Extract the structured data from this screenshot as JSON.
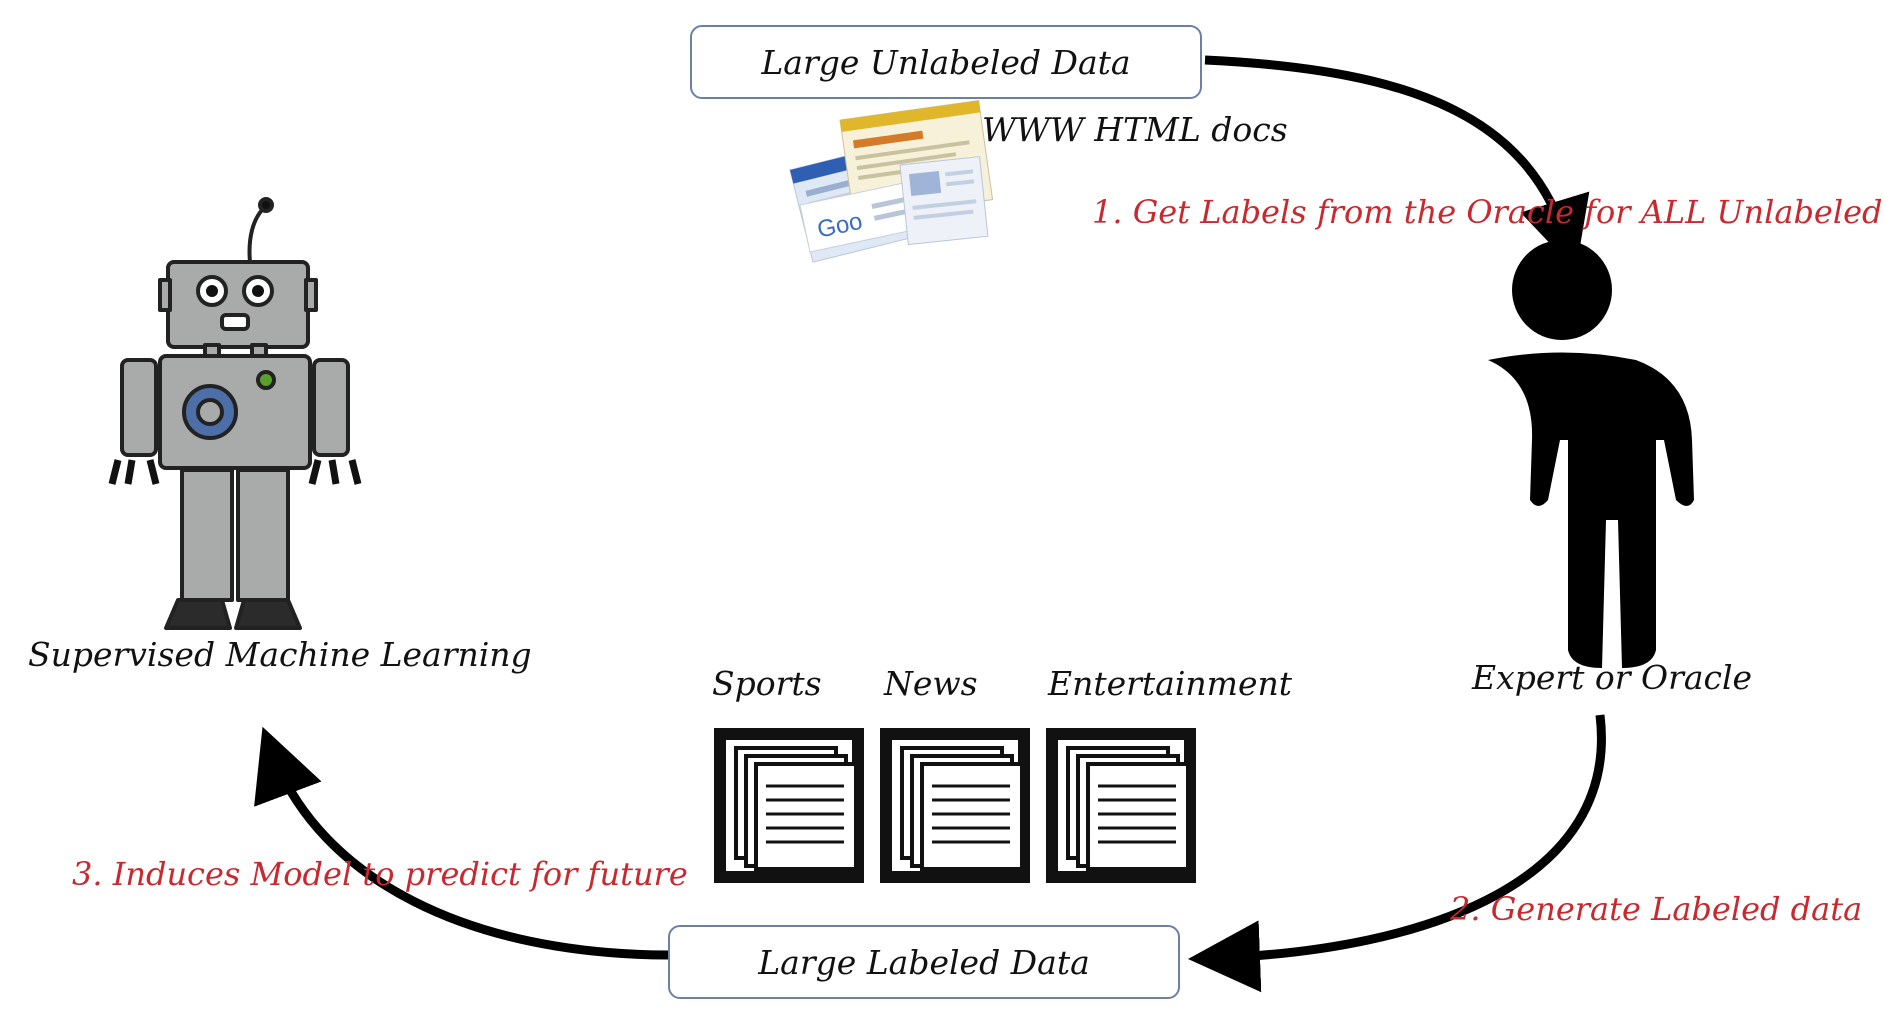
{
  "boxes": {
    "unlabeled": "Large Unlabeled Data",
    "labeled": "Large Labeled Data"
  },
  "labels": {
    "www_docs": "WWW HTML docs",
    "robot": "Supervised Machine Learning",
    "oracle": "Expert or Oracle"
  },
  "steps": {
    "step1": "1. Get Labels from the Oracle for ALL Unlabeled",
    "step2": "2. Generate Labeled data",
    "step3": "3. Induces Model to predict for future"
  },
  "categories": [
    "Sports",
    "News",
    "Entertainment"
  ],
  "screenshot_logo_text": "Google",
  "colors": {
    "step_text": "#c8282e",
    "box_border": "#6d7fa4",
    "arrow": "#000000",
    "robot_body": "#a9aaaa",
    "robot_chest_dial": "#4d6fa8",
    "robot_button": "#5aa02c"
  },
  "icons": [
    "robot-illustration",
    "person-silhouette",
    "web-pages-collage",
    "document-stack-icon"
  ]
}
